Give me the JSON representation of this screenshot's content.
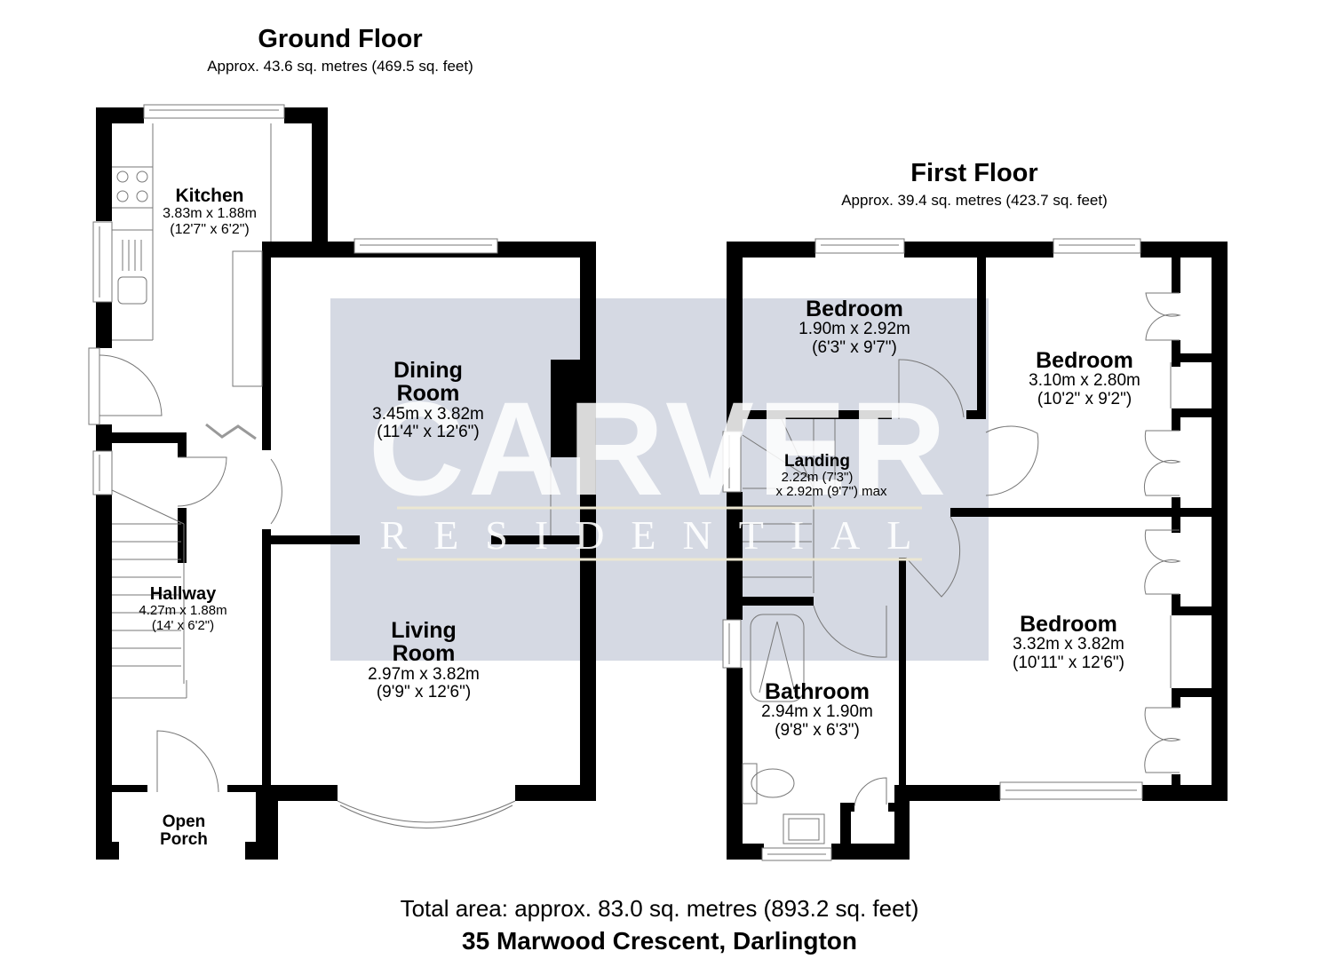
{
  "ground_floor": {
    "title": "Ground Floor",
    "area": "Approx. 43.6 sq. metres (469.5 sq. feet)",
    "rooms": [
      {
        "name": "Kitchen",
        "dim_m": "3.83m x 1.88m",
        "dim_ft": "(12'7\" x 6'2\")"
      },
      {
        "name_line1": "Dining",
        "name_line2": "Room",
        "dim_m": "3.45m x 3.82m",
        "dim_ft": "(11'4\" x 12'6\")"
      },
      {
        "name": "Hallway",
        "dim_m": "4.27m x 1.88m",
        "dim_ft": "(14' x 6'2\")"
      },
      {
        "name_line1": "Living",
        "name_line2": "Room",
        "dim_m": "2.97m x 3.82m",
        "dim_ft": "(9'9\" x 12'6\")"
      },
      {
        "name_line1": "Open",
        "name_line2": "Porch"
      }
    ]
  },
  "first_floor": {
    "title": "First Floor",
    "area": "Approx. 39.4 sq. metres (423.7 sq. feet)",
    "rooms": [
      {
        "name": "Bedroom",
        "dim_m": "1.90m x 2.92m",
        "dim_ft": "(6'3\" x 9'7\")"
      },
      {
        "name": "Bedroom",
        "dim_m": "3.10m x 2.80m",
        "dim_ft": "(10'2\" x 9'2\")"
      },
      {
        "name": "Landing",
        "dim_m": "2.22m (7'3\")",
        "dim_ft": "x 2.92m (9'7\") max"
      },
      {
        "name": "Bedroom",
        "dim_m": "3.32m x 3.82m",
        "dim_ft": "(10'11\" x 12'6\")"
      },
      {
        "name": "Bathroom",
        "dim_m": "2.94m x 1.90m",
        "dim_ft": "(9'8\" x 6'3\")"
      }
    ]
  },
  "watermark": {
    "brand": "CARVER",
    "sub": "RESIDENTIAL",
    "bg_color": "#d5d9e3",
    "line_color": "#ece7d2"
  },
  "footer": {
    "total_area": "Total area: approx. 83.0 sq. metres (893.2 sq. feet)",
    "address": "35 Marwood Crescent, Darlington"
  },
  "colors": {
    "wall": "#000000",
    "fixture_line": "#777777",
    "background": "#ffffff"
  }
}
